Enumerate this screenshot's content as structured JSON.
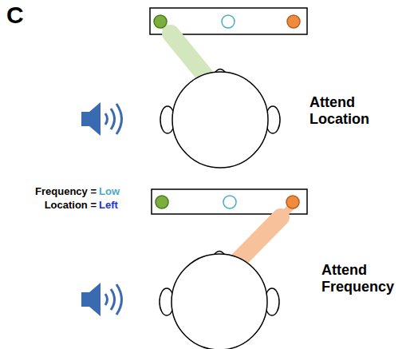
{
  "diagram": {
    "labels": [
      "C",
      "Attend Location",
      "Frequency =",
      "Low",
      "Location =",
      "Left",
      "Attend Frequency"
    ]
  }
}
